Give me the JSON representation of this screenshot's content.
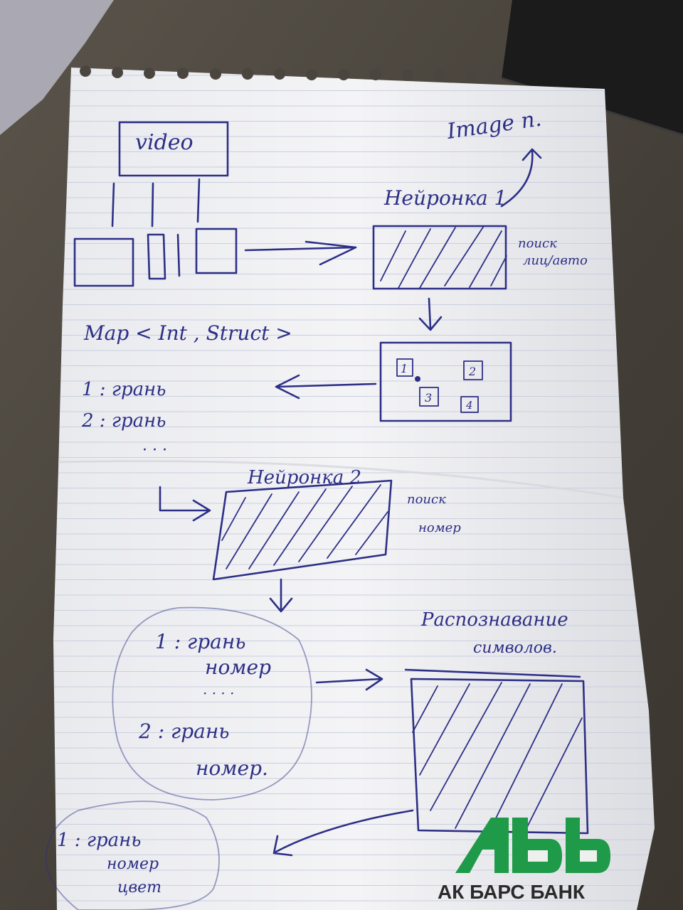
{
  "notes": {
    "video_label": "video",
    "image_label": "Image n.",
    "nn1_label": "Нейронка 1",
    "nn1_note": [
      "поиск",
      "лиц/авто"
    ],
    "map_label": "Map < Int , Struct >",
    "map_items": [
      "1 : грань",
      "2 : грань",
      "· · ·"
    ],
    "detect_ids": [
      "1",
      "2",
      "3",
      "4"
    ],
    "nn2_label": "Нейронка 2",
    "nn2_note": [
      "поиск",
      "номер"
    ],
    "bubble1_lines": [
      "1 : грань",
      "номер",
      "· · · ·",
      "2 : грань",
      "номер."
    ],
    "recog_label": [
      "Распознавание",
      "символов."
    ],
    "bubble2_lines": [
      "1 : грань",
      "номер",
      "цвет"
    ]
  },
  "brand": {
    "name": "АК БАРС БАНК",
    "color": "#1f9a48"
  },
  "colors": {
    "ink": "#2d2f86",
    "paper": "#f2f2f4",
    "rule": "#c9cfdf"
  }
}
